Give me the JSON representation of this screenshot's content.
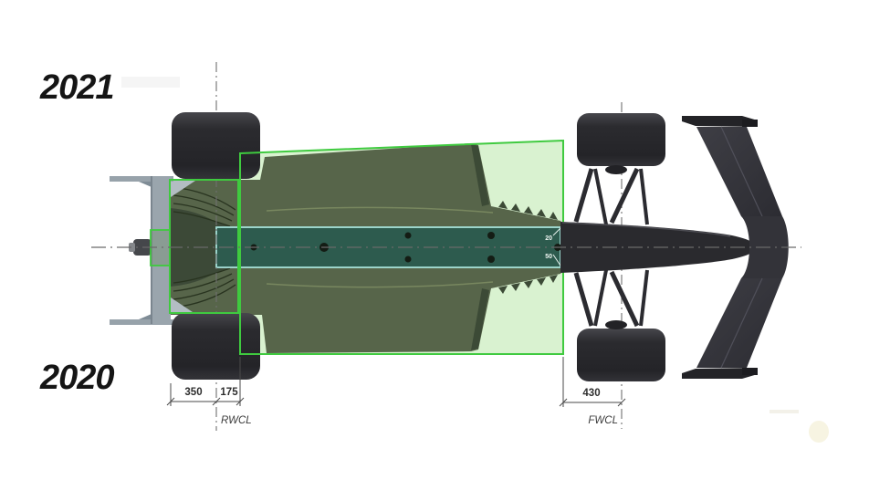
{
  "labels": {
    "year_top": "2021",
    "year_bottom": "2020"
  },
  "dimensions": {
    "rear_outer": "350",
    "rear_inner": "175",
    "front": "430"
  },
  "centerlines": {
    "rear_wheel": "RWCL",
    "front_wheel": "FWCL"
  },
  "floor_callouts": {
    "upper": "20",
    "lower": "50"
  },
  "colors": {
    "background": "#ffffff",
    "regulation_green": "#3fca3f",
    "floor_zone_fill": "#d9f2d0",
    "floor_body_olive": "#57654a",
    "floor_center_dark": "#3c4937",
    "plank_teal_fill": "rgba(35,103,94,0.60)",
    "plank_teal_border": "#a5e0d8",
    "car_dark": "#2a2a2e",
    "wing_dark": "#333339",
    "rear_wing_gray": "#9aa5ad",
    "dimension_line_gray": "#4a4a4a",
    "centerline_gray": "#6a6a6a"
  }
}
